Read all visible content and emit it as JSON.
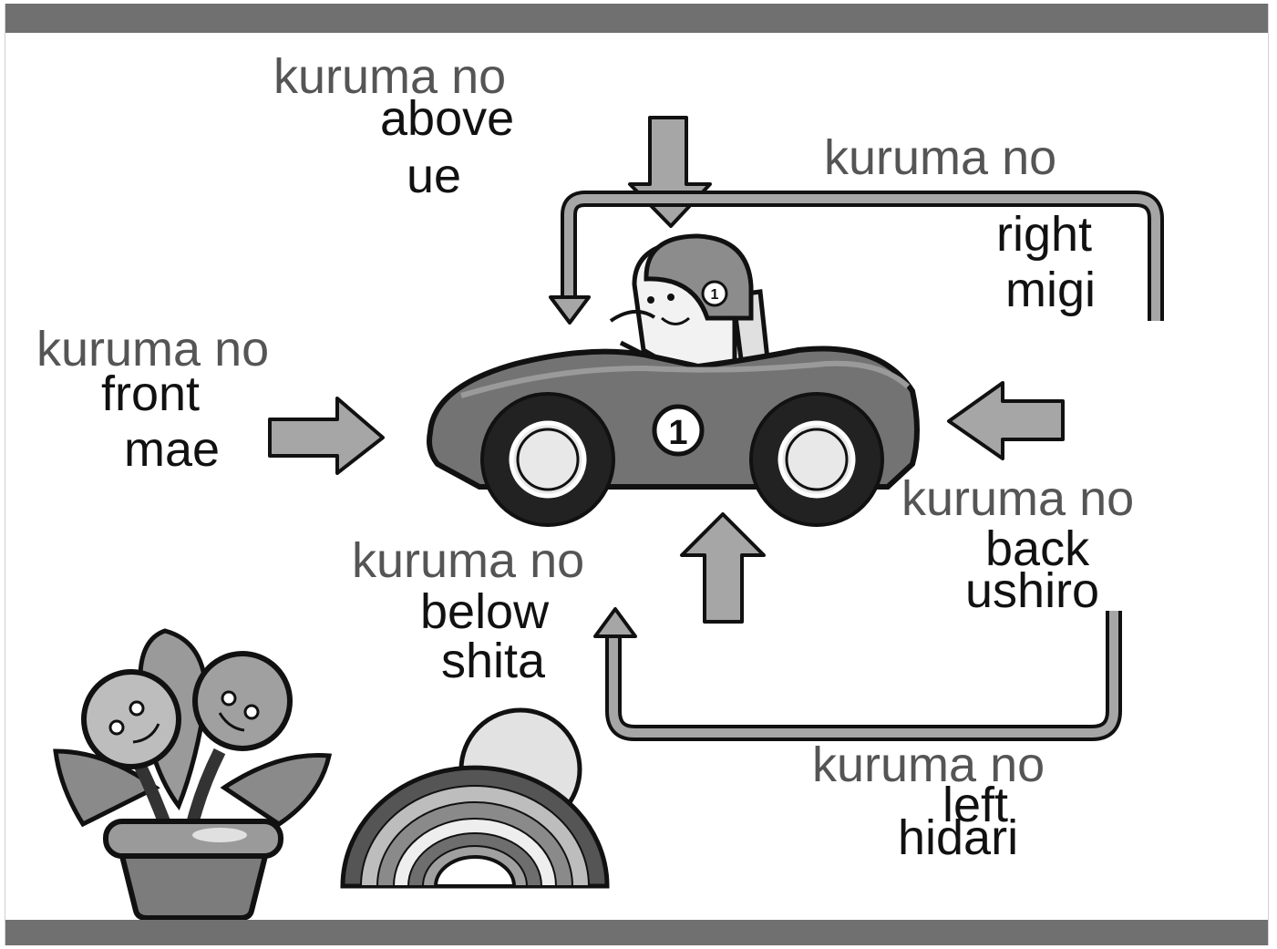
{
  "labels": {
    "above": {
      "prefix": "kuruma no",
      "english": "above",
      "japanese": "ue"
    },
    "right": {
      "prefix": "kuruma no",
      "english": "right",
      "japanese": "migi"
    },
    "front": {
      "prefix": "kuruma no",
      "english": "front",
      "japanese": "mae"
    },
    "back": {
      "prefix": "kuruma no",
      "english": "back",
      "japanese": "ushiro"
    },
    "below": {
      "prefix": "kuruma no",
      "english": "below",
      "japanese": "shita"
    },
    "left": {
      "prefix": "kuruma no",
      "english": "left",
      "japanese": "hidari"
    }
  },
  "car": {
    "number": "1"
  },
  "colors": {
    "bar": "#707070",
    "arrow_fill": "#a6a6a6",
    "car_body": "#737373",
    "outline": "#111111"
  }
}
